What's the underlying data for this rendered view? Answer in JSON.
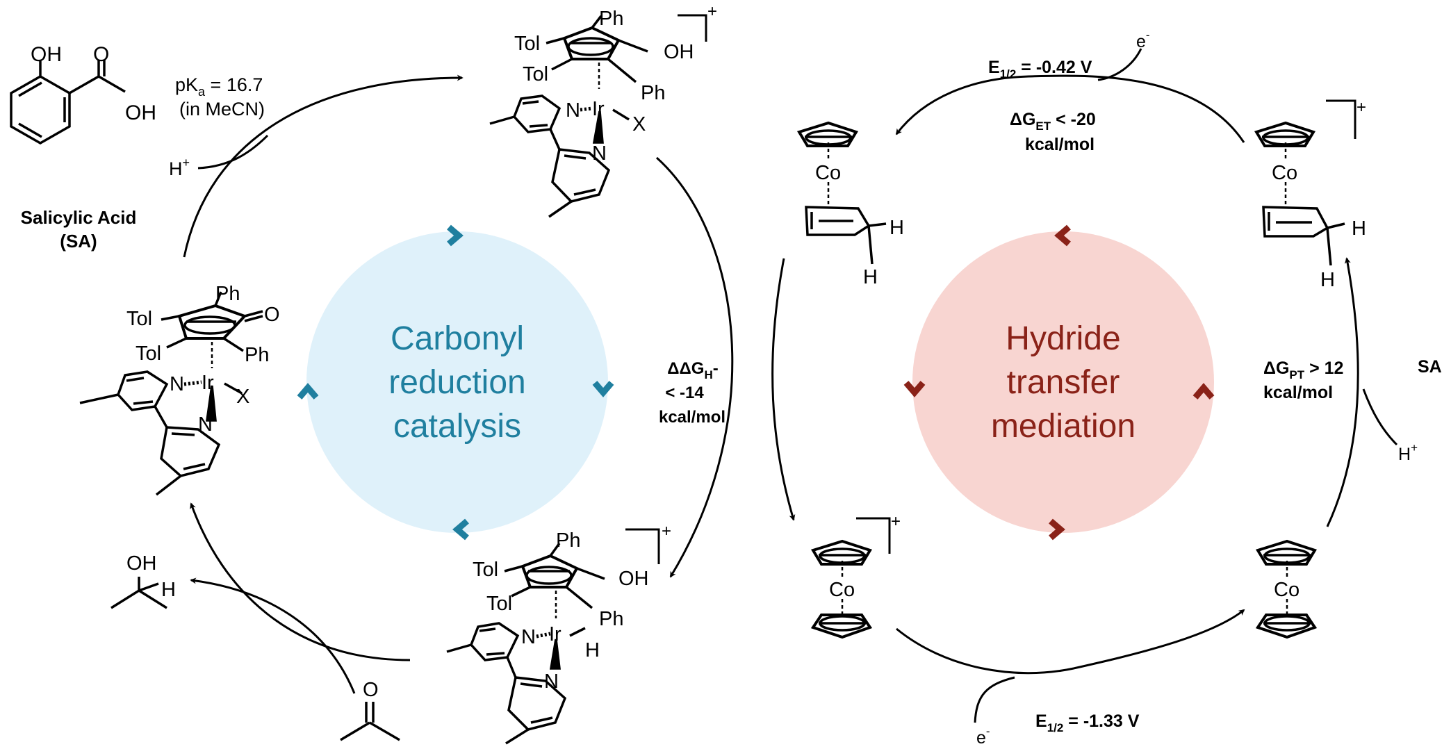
{
  "colors": {
    "left_circle_fill": "#dff1fa",
    "left_accent": "#1f7f9f",
    "right_circle_fill": "#f8d5d1",
    "right_accent": "#8a2218",
    "stroke": "#000000"
  },
  "left_cycle": {
    "label_line1": "Carbonyl",
    "label_line2": "reduction",
    "label_line3": "catalysis"
  },
  "right_cycle": {
    "label_line1": "Hydride",
    "label_line2": "transfer",
    "label_line3": "mediation"
  },
  "salicylic_acid": {
    "oh_label": "OH",
    "o_label": "O",
    "cooh_oh_label": "OH",
    "name_line1": "Salicylic Acid",
    "name_line2": "(SA)"
  },
  "pka": {
    "line1_prefix": "pK",
    "line1_sub": "a",
    "line1_suffix": " = 16.7",
    "line2": "(in MeCN)",
    "proton": "H",
    "proton_sup": "+"
  },
  "ir_top": {
    "ph_top": "Ph",
    "tol_top": "Tol",
    "oh": "OH",
    "tol_bottom": "Tol",
    "ph_right": "Ph",
    "n1": "N",
    "ir": "Ir",
    "x": "X",
    "n2": "N",
    "charge": "+"
  },
  "ir_left": {
    "ph_top": "Ph",
    "o": "O",
    "tol_top": "Tol",
    "tol_bottom": "Tol",
    "ph_right": "Ph",
    "n1": "N",
    "ir": "Ir",
    "x": "X",
    "n2": "N"
  },
  "ir_bottom": {
    "ph_top": "Ph",
    "tol_top": "Tol",
    "oh": "OH",
    "tol_bottom": "Tol",
    "ph_right": "Ph",
    "n1": "N",
    "ir": "Ir",
    "h": "H",
    "n2": "N",
    "charge": "+"
  },
  "ddg": {
    "line1_prefix": "ΔΔG",
    "line1_sub": "H",
    "line1_suffix": "-",
    "line2": "< -14",
    "line3": "kcal/mol"
  },
  "isopropanol": {
    "oh": "OH",
    "h": "H"
  },
  "acetone": {
    "o": "O"
  },
  "co_top_left": {
    "co": "Co",
    "h1": "H",
    "h2": "H"
  },
  "co_top_right": {
    "co": "Co",
    "h1": "H",
    "h2": "H",
    "charge": "+"
  },
  "co_bottom_left": {
    "co": "Co",
    "charge": "+"
  },
  "co_bottom_right": {
    "co": "Co"
  },
  "et_top": {
    "e_half_prefix": "E",
    "e_half_sub": "1/2",
    "e_half_suffix": " = -0.42 V",
    "electron": "e",
    "electron_sup": "-",
    "dg_prefix": "ΔG",
    "dg_sub": "ET",
    "dg_suffix": " < -20",
    "dg_unit": "kcal/mol"
  },
  "pt_right": {
    "dg_prefix": "ΔG",
    "dg_sub": "PT",
    "dg_suffix": " > 12",
    "dg_unit": "kcal/mol",
    "sa": "SA",
    "proton": "H",
    "proton_sup": "+"
  },
  "et_bottom": {
    "e_half_prefix": "E",
    "e_half_sub": "1/2",
    "e_half_suffix": " = -1.33 V",
    "electron": "e",
    "electron_sup": "-"
  }
}
